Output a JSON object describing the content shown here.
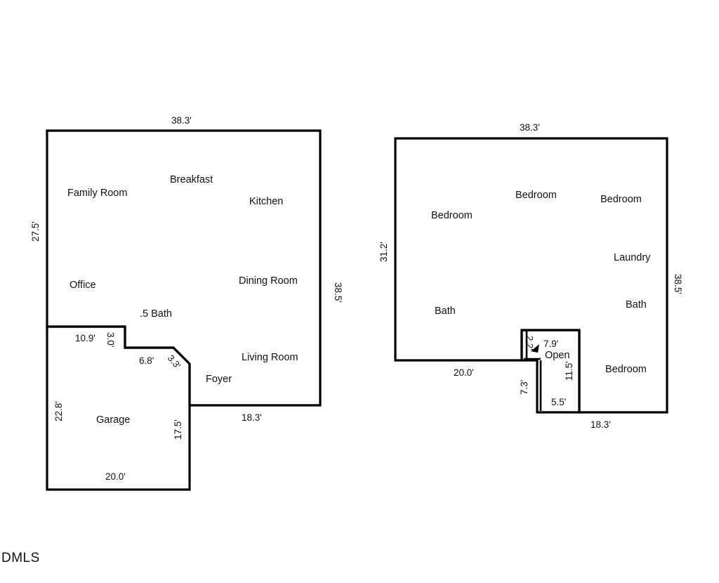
{
  "main_floor": {
    "rooms": {
      "family_room": "Family Room",
      "breakfast": "Breakfast",
      "kitchen": "Kitchen",
      "office": "Office",
      "dining_room": "Dining Room",
      "half_bath": ".5 Bath",
      "living_room": "Living Room",
      "foyer": "Foyer",
      "garage": "Garage"
    },
    "dimensions": {
      "top": "38.3'",
      "left": "27.5'",
      "right": "38.5'",
      "bottom": "18.3'",
      "garage_top": "10.9'",
      "garage_notch": "3.0'",
      "garage_step": "6.8'",
      "garage_angle": "3.3'",
      "garage_left": "22.8'",
      "garage_right": "17.5'",
      "garage_bottom": "20.0'"
    }
  },
  "upper_floor": {
    "rooms": {
      "bedroom_1": "Bedroom",
      "bedroom_2": "Bedroom",
      "bedroom_3": "Bedroom",
      "laundry": "Laundry",
      "bath_1": "Bath",
      "bath_2": "Bath",
      "open": "Open",
      "bedroom_4": "Bedroom"
    },
    "dimensions": {
      "top": "38.3'",
      "left": "31.2'",
      "right": "38.5'",
      "bottom_left": "20.0'",
      "bottom_right": "18.3'",
      "open_small": "2.2'",
      "open_top": "7.9'",
      "open_right": "11.5'",
      "open_left": "7.3'",
      "open_bottom": "5.5'"
    }
  },
  "watermark": "DMLS"
}
